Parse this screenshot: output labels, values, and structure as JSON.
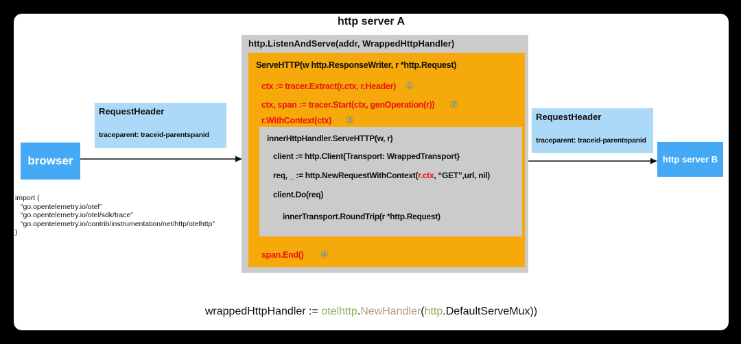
{
  "title": "http server A",
  "colors": {
    "background": "#000000",
    "panel": "#ffffff",
    "container_gray": "#cbcbcb",
    "orange": "#f5a90b",
    "light_blue": "#acd9f7",
    "node_blue": "#45a9f5",
    "code_red": "#ee1212",
    "marker_blue": "#4a8fc7",
    "code_green": "#8fae5f",
    "code_tan": "#b09b7c"
  },
  "browser": {
    "label": "browser"
  },
  "server_b": {
    "label": "http server B"
  },
  "request_header_left": {
    "title": "RequestHeader",
    "value": "traceparent: traceid-parentspanid"
  },
  "request_header_right": {
    "title": "RequestHeader",
    "value": "traceparent: traceid-parentspanid"
  },
  "import_block": {
    "lines": [
      "import (",
      "“go.opentelemetry.io/otel”",
      "“go.opentelemetry.io/otel/sdk/trace”",
      "“go.opentelemetry.io/contrib/instrumentation/net/http/otelhttp”",
      ")"
    ]
  },
  "handler_container": {
    "header": "http.ListenAndServe(addr, WrappedHttpHandler)",
    "serve_http": "ServeHTTP(w http.ResponseWriter, r *http.Request)",
    "steps": [
      {
        "code": "ctx := tracer.Extract(r.ctx, r.Header)",
        "marker": "①"
      },
      {
        "code": "ctx, span := tracer.Start(ctx, genOperation(r))",
        "marker": "②"
      },
      {
        "code": "r.WithContext(ctx)",
        "marker": "③"
      }
    ],
    "inner_box": {
      "line1": "innerHttpHandler.ServeHTTP(w, r)",
      "line2": "client := http.Client{Transport: WrappedTransport}",
      "line3_pre": "req, _ := http.NewRequestWithContext(",
      "line3_red": "r.ctx",
      "line3_post": ", “GET”,url, nil)",
      "line4": "client.Do(req)",
      "line5": "innerTransport.RoundTrip(r *http.Request)"
    },
    "span_end": {
      "code": "span.End()",
      "marker": "④"
    }
  },
  "bottom_code": {
    "segments": [
      {
        "text": "wrappedHttpHandler := ",
        "color": "#111111"
      },
      {
        "text": "otelhttp",
        "color": "#8fae5f"
      },
      {
        "text": ".",
        "color": "#111111"
      },
      {
        "text": "NewHandler",
        "color": "#b09b7c"
      },
      {
        "text": "(",
        "color": "#111111"
      },
      {
        "text": "http",
        "color": "#8fae5f"
      },
      {
        "text": ".DefaultServeMux))",
        "color": "#111111"
      }
    ]
  }
}
